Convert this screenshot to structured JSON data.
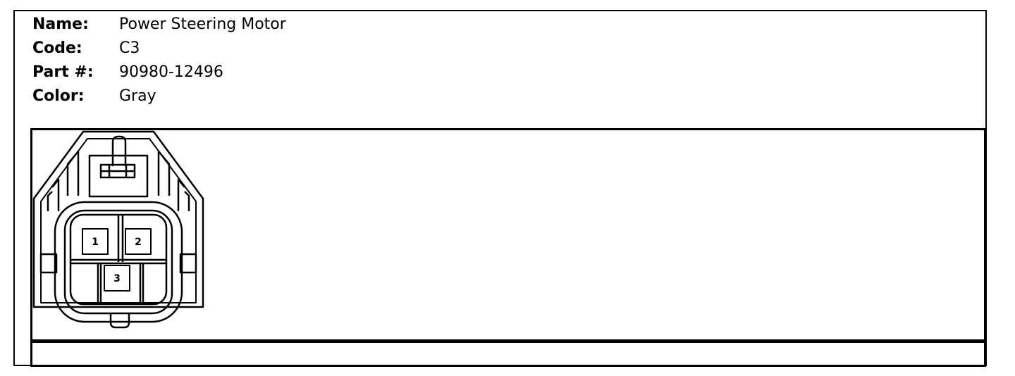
{
  "info": [
    {
      "label": "Name:",
      "value": "Power Steering Motor"
    },
    {
      "label": "Code:",
      "value": "C3"
    },
    {
      "label": "Part #:",
      "value": "90980-12496"
    },
    {
      "label": "Color:",
      "value": "Gray"
    }
  ],
  "connector": {
    "pins": [
      "1",
      "2",
      "3"
    ]
  }
}
